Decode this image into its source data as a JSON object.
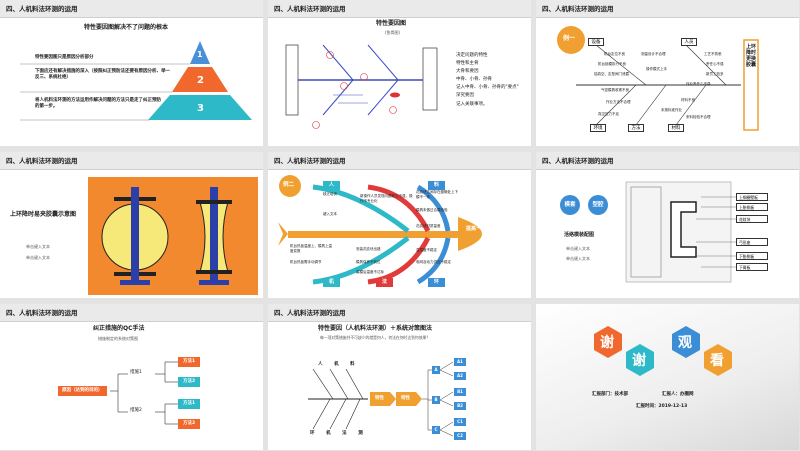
{
  "header": "四、人机料法环测的运用",
  "s1": {
    "title": "特性要因图解决不了问题的根本",
    "items": [
      "特性要因图只是原因分析部分",
      "下面应还有解决措施的深入（按照纠正预防法还要有原因分析、举一反三、系统杜绝）",
      "将人机料法环测的方法运用作解决问题的方法只是走了纠正预防的第一步。"
    ],
    "nums": [
      "1",
      "2",
      "3"
    ],
    "colors": [
      "#4a90d9",
      "#f0682d",
      "#2db9c8"
    ]
  },
  "s2": {
    "title": "特性要因图",
    "subtitle": "(鱼骨图)",
    "marks": [
      "①",
      "②",
      "③",
      "④",
      "⑤",
      "⑥",
      "⑦",
      "⑧"
    ],
    "list": [
      "决定问题的特性",
      "特性和主骨",
      "大骨和要因",
      "中骨、小骨、孙骨",
      "记入中骨、小骨、孙骨的\"要点\"",
      "深究要因",
      "记入关联事项。"
    ]
  },
  "s3": {
    "badge": "例一",
    "cats": [
      "设备",
      "人员",
      "环境",
      "方法",
      "材料"
    ],
    "causes": [
      "机台定位不良",
      "测量设计不合理",
      "工艺不熟悉",
      "机台锁模执行不良",
      "操作模式上手",
      "责任心不强",
      "抽真空、定型阀门泄露",
      "新员工较多",
      "气密模具收紧不良",
      "作业责任心不强",
      "作业方法不合理",
      "未按标准作业",
      "真空压力不足",
      "材料不良",
      "来料检验不合理"
    ],
    "result": "上环降时更换胶囊"
  },
  "s4": {
    "title": "上环降时易夹胶囊示意图",
    "sub1": "单击键入文本",
    "sub2": "单击键入文本"
  },
  "s5": {
    "badge": "例二",
    "cats": [
      "人",
      "料",
      "机",
      "法",
      "环"
    ],
    "causes": [
      "缺乏培训",
      "新操作人员发现问题能力不强，操作不专业化",
      "键入文本",
      "机台热板温度上、模具上温度变数",
      "机台热板需手动调节",
      "花纹块之间存在缝隙处上下模不一致",
      "模具未做过合模检验",
      "花纹块材质量差",
      "安装花纹块出错",
      "模具保养不到位",
      "装模后温度不达标",
      "温湿度不稳定",
      "电网及动力供应不稳定"
    ],
    "result": "提高一次装模合格率"
  },
  "s6": {
    "btn1": "模套",
    "btn2": "型腔",
    "labels": [
      "上钢圈壁板",
      "上胎侧板",
      "花纹块",
      "弓形座",
      "下胎侧板",
      "下膏板"
    ],
    "title": "活络模装配图",
    "sub1": "单击键入文本",
    "sub2": "单击键入文本"
  },
  "s7": {
    "title": "纠正措施的QC手法",
    "sub": "措施制定的系统对策图",
    "root": "原因（达到的目的）",
    "m1": "措施1",
    "m2": "措施2",
    "f": [
      "方法1",
      "方法2",
      "方法1",
      "方法2"
    ]
  },
  "s8": {
    "title": "特性要因（人机料法环测）＋系统对策图法",
    "sub": "每一项对策措施并不可缺少的就是何人，何法在何时达到何效果？",
    "bone_top": [
      "人",
      "机",
      "料"
    ],
    "bone_bot": [
      "环",
      "机",
      "法",
      "测"
    ],
    "t1": "特性",
    "t2": "特性",
    "cols": [
      "A",
      "B",
      "C"
    ],
    "leaves": [
      "A1",
      "A2",
      "B1",
      "B2",
      "C1",
      "C2"
    ]
  },
  "s9": {
    "chars": [
      "谢",
      "谢",
      "观",
      "看"
    ],
    "dept_label": "汇报部门：",
    "dept": "技术部",
    "rep_label": "汇报人：",
    "rep": "办圈网",
    "time_label": "汇报时间：",
    "time": "2019-12-13"
  }
}
